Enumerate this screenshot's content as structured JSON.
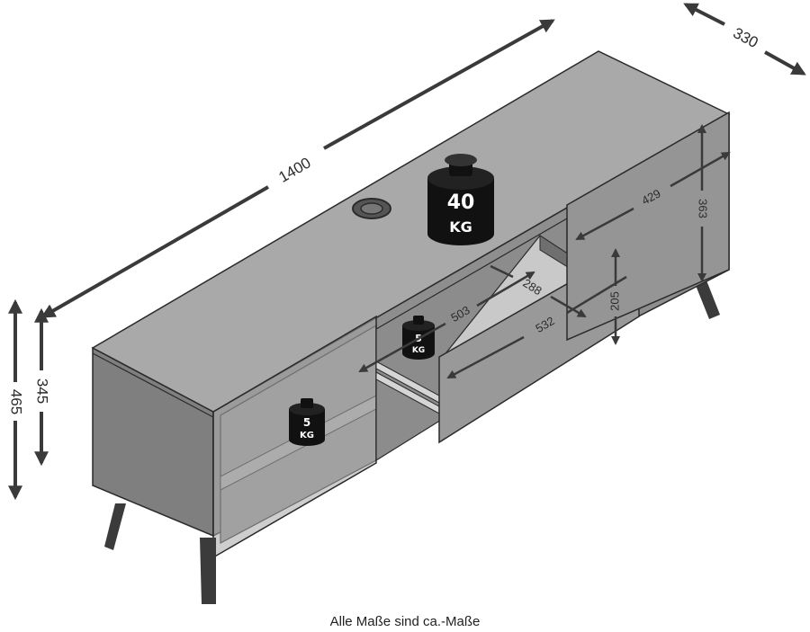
{
  "dimensions": {
    "width": "1400",
    "depth": "330",
    "height_total": "465",
    "height_body": "345",
    "door_width": "429",
    "door_height": "363",
    "drawer_inner_depth": "503",
    "drawer_inner_width": "288",
    "drawer_front_width": "532",
    "drawer_front_height": "205"
  },
  "weights": {
    "top": {
      "value": "40",
      "unit": "KG"
    },
    "drawer": {
      "value": "5",
      "unit": "KG"
    },
    "shelf": {
      "value": "5",
      "unit": "KG"
    }
  },
  "caption": "Alle Maße sind ca.-Maße",
  "colors": {
    "body": "#8e8e8e",
    "top": "#a9a9a9",
    "arrow": "#3a3a3a",
    "weight": "#111111"
  }
}
